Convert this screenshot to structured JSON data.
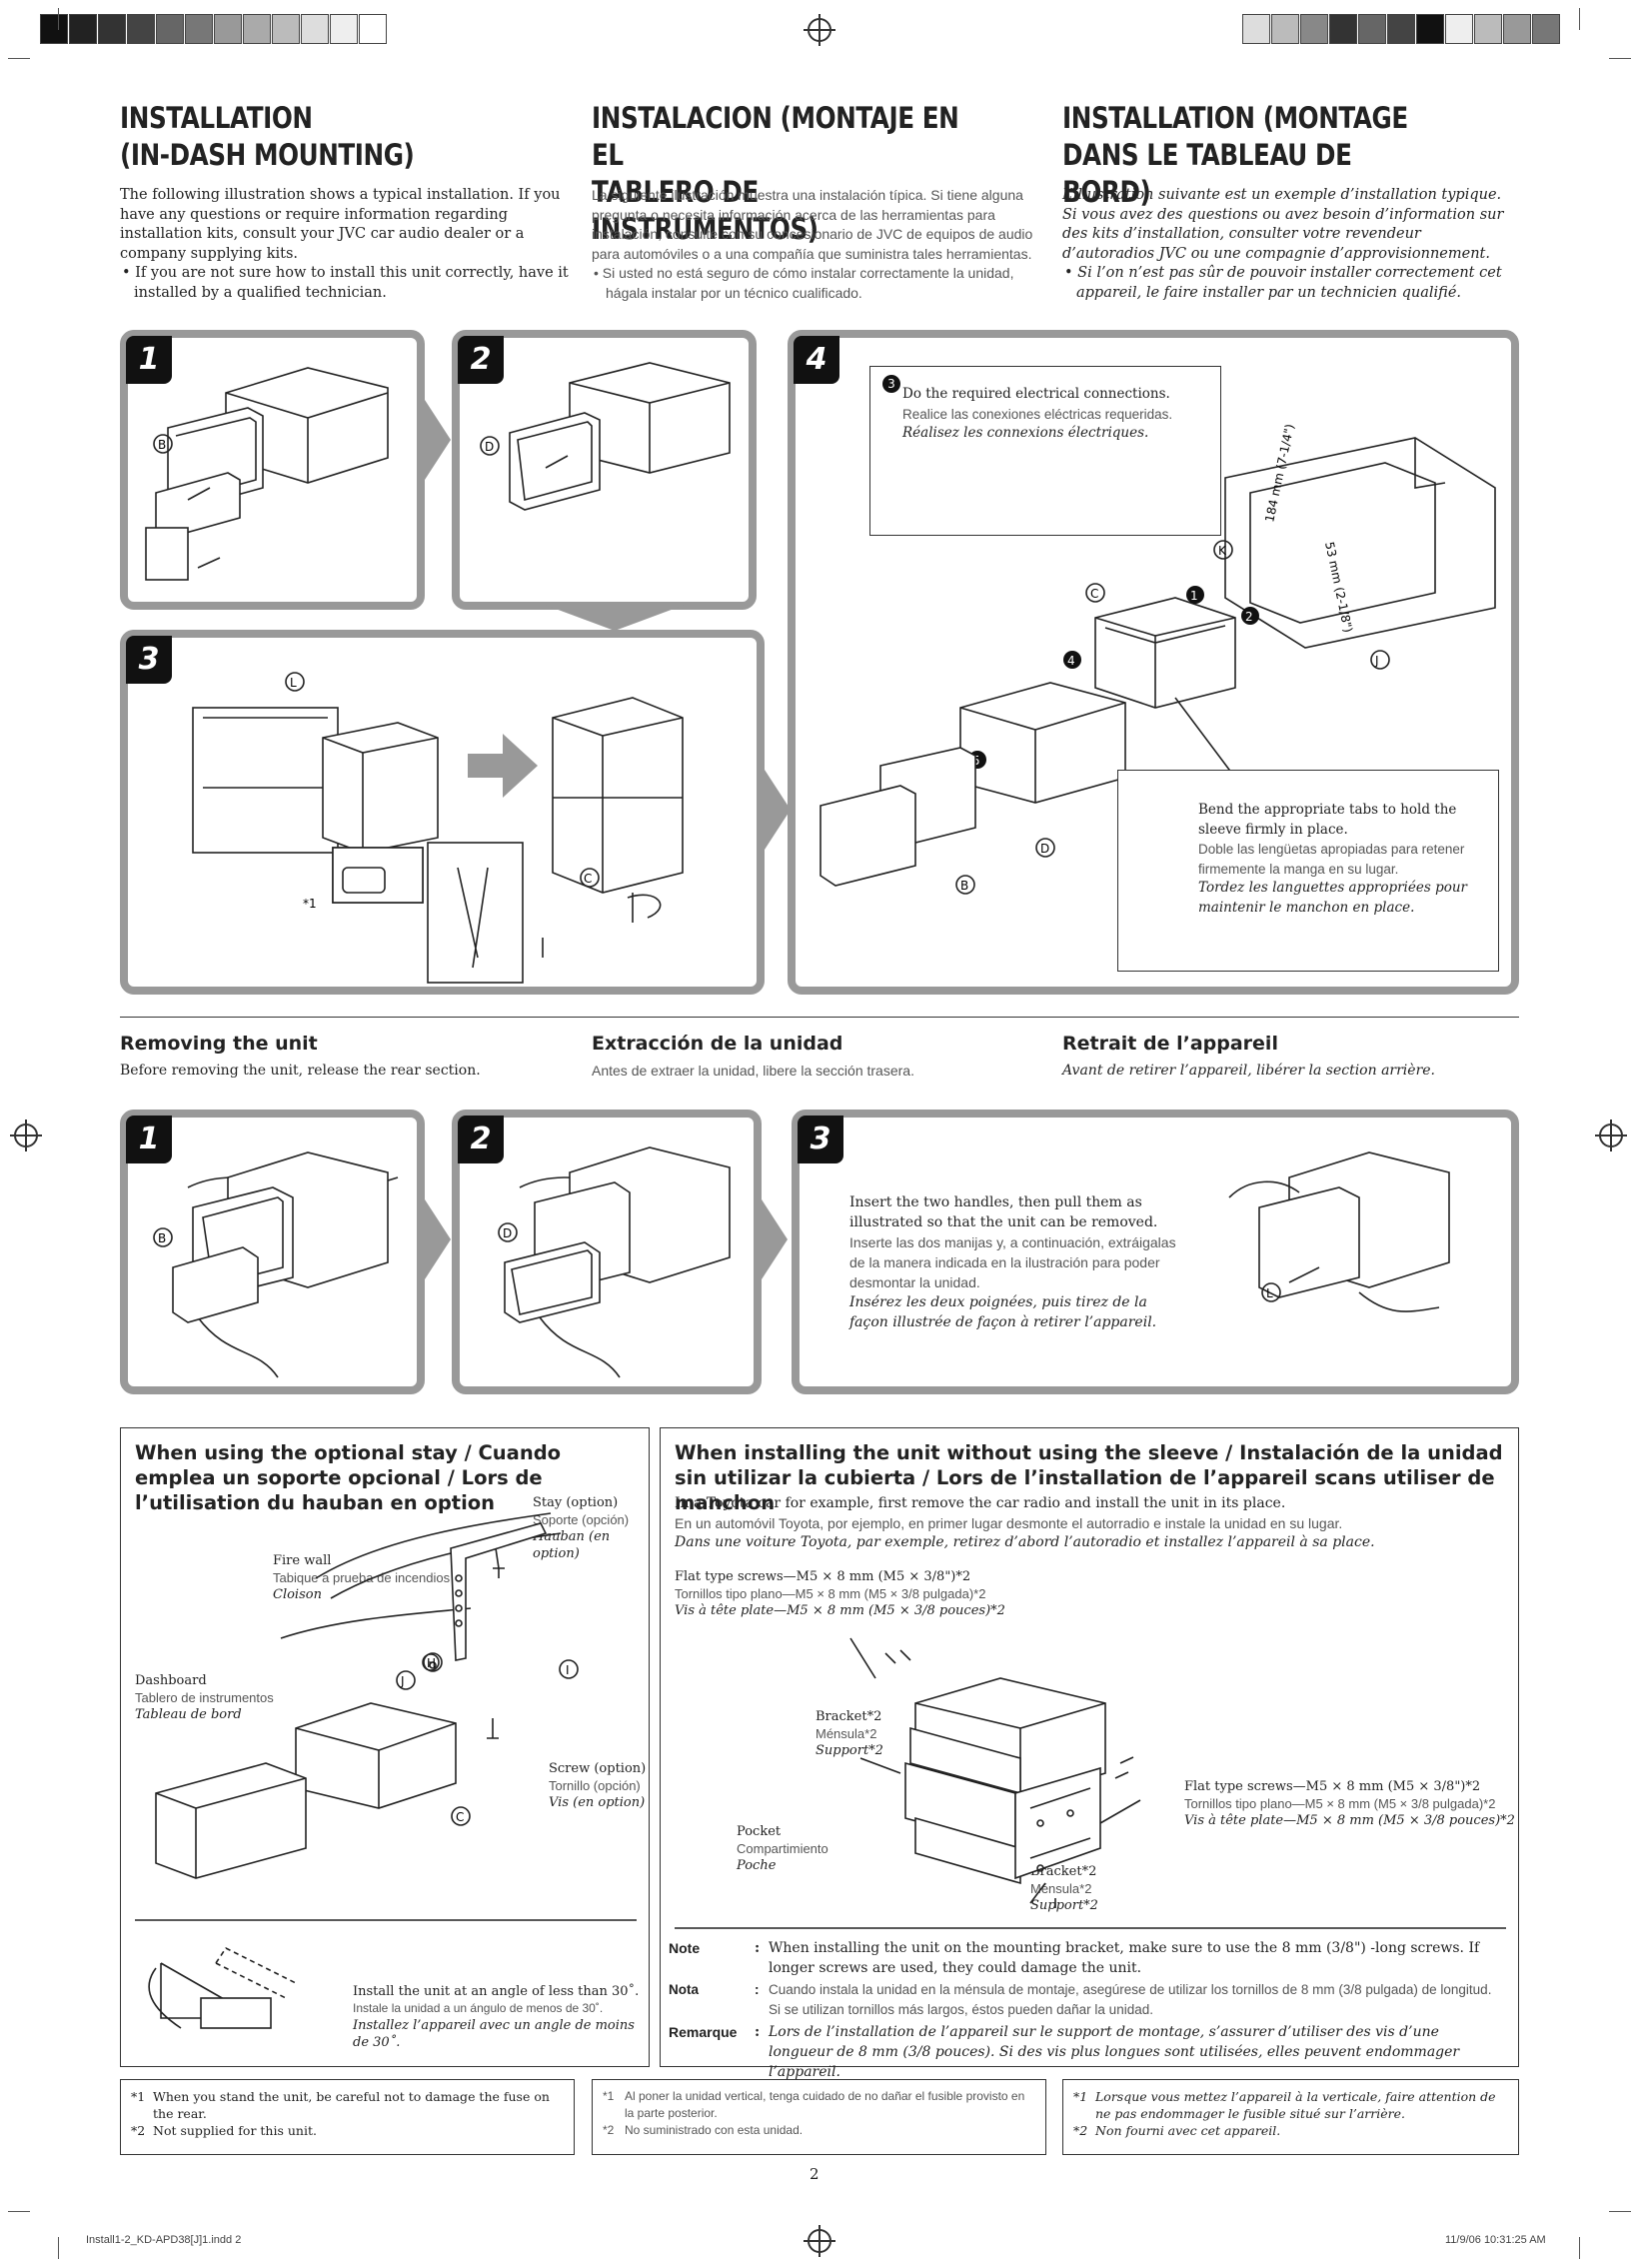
{
  "intro": {
    "en": {
      "title_line1": "INSTALLATION",
      "title_line2": "(IN-DASH MOUNTING)",
      "body": "The following illustration shows a typical installation. If you have any questions or require information regarding installation kits, consult your JVC car audio dealer or a company supplying kits.",
      "bullet": "If you are not sure how to install this unit correctly, have it installed by a qualified technician."
    },
    "es": {
      "title_line1": "INSTALACION (MONTAJE EN EL",
      "title_line2": "TABLERO DE INSTRUMENTOS)",
      "body": "La siguiente ilustración muestra una instalación típica. Si tiene alguna pregunta o necesita información acerca de las herramientas para instalación, consulte con su concesionario de JVC de equipos de audio para automóviles o a una compañía que suministra tales herramientas.",
      "bullet": "Si usted no está seguro de cómo instalar correctamente la unidad, hágala instalar por un técnico cualificado."
    },
    "fr": {
      "title_line1": "INSTALLATION (MONTAGE",
      "title_line2": "DANS LE TABLEAU DE BORD)",
      "body": "L’illustration suivante est un exemple d’installation typique. Si vous avez des questions ou avez besoin d’information sur des kits d’installation, consulter votre revendeur d’autoradios JVC ou une compagnie d’approvisionnement.",
      "bullet": "Si l’on n’est pas sûr de pouvoir installer correctement cet appareil, le faire installer par un technicien qualifié."
    }
  },
  "install_steps": {
    "step1": "1",
    "step2": "2",
    "step3": "3",
    "step4": "4",
    "label_b": "B",
    "label_d": "D",
    "label_l": "L",
    "label_c": "C",
    "label_k": "K",
    "label_j": "J",
    "footnote_mark": "*1",
    "dim1": "184 mm (7-1/4\")",
    "dim2": "53 mm (2-1/8\")",
    "n1": "1",
    "n2": "2",
    "n3": "3",
    "n4": "4",
    "n5": "5",
    "n6": "6",
    "electrical": {
      "en": "Do the required electrical connections.",
      "es": "Realice las conexiones eléctricas requeridas.",
      "fr": "Réalisez les connexions électriques."
    },
    "tabs": {
      "en": "Bend the appropriate tabs to hold the sleeve firmly in place.",
      "es": "Doble las lengüetas apropiadas para retener firmemente la manga en su lugar.",
      "fr": "Tordez les languettes appropriées pour maintenir le manchon en place."
    }
  },
  "removing": {
    "en": {
      "title": "Removing the unit",
      "sub": "Before removing the unit, release the rear section."
    },
    "es": {
      "title": "Extracción de la unidad",
      "sub": "Antes de extraer la unidad, libere la sección trasera."
    },
    "fr": {
      "title": "Retrait de l’appareil",
      "sub": "Avant de retirer l’appareil, libérer la section arrière."
    },
    "step1": "1",
    "step2": "2",
    "step3": "3",
    "handles": {
      "en": "Insert the two handles, then pull them as illustrated so that the unit can be removed.",
      "es": "Inserte las dos manijas y, a continuación, extráigalas de la manera indicada en la ilustración para poder desmontar la unidad.",
      "fr": "Insérez les deux poignées, puis tirez de la façon illustrée de façon à retirer l’appareil."
    }
  },
  "stay": {
    "title": "When using the optional stay / Cuando emplea un soporte opcional / Lors de l’utilisation du hauban en option",
    "stay_en": "Stay (option)",
    "stay_es": "Soporte (opción)",
    "stay_fr": "Hauban (en option)",
    "fire_en": "Fire wall",
    "fire_es": "Tabique a prueba de incendios",
    "fire_fr": "Cloison",
    "dash_en": "Dashboard",
    "dash_es": "Tablero de instrumentos",
    "dash_fr": "Tableau de bord",
    "screw_en": "Screw (option)",
    "screw_es": "Tornillo (opción)",
    "screw_fr": "Vis (en option)",
    "label_h": "H",
    "label_i": "I",
    "label_j": "J",
    "label_c": "C",
    "angle_en": "Install the unit at an angle of less than 30˚.",
    "angle_es": "Instale la unidad a un ángulo de menos de 30˚.",
    "angle_fr": "Installez l’appareil avec un angle de moins de 30˚."
  },
  "nosleeve": {
    "title": "When installing the unit without using the sleeve / Instalación de la unidad sin utilizar la cubierta / Lors de l’installation de l’appareil scans utiliser de manchon",
    "p_en": "In a Toyota car for example, first remove the car radio and install the unit in its place.",
    "p_es": "En un automóvil Toyota, por ejemplo, en primer lugar desmonte el autorradio e instale la unidad en su lugar.",
    "p_fr": "Dans une voiture Toyota, par exemple, retirez d’abord l’autoradio et installez l’appareil à sa place.",
    "screws_en": "Flat type screws—M5 × 8 mm (M5 × 3/8\")*2",
    "screws_es": "Tornillos tipo plano—M5 × 8 mm (M5 × 3/8 pulgada)*2",
    "screws_fr": "Vis à tête plate—M5 × 8 mm (M5 × 3/8 pouces)*2",
    "bracket_en": "Bracket*2",
    "bracket_es": "Ménsula*2",
    "bracket_fr": "Support*2",
    "pocket_en": "Pocket",
    "pocket_es": "Compartimiento",
    "pocket_fr": "Poche",
    "notes": [
      {
        "key": "Note",
        "text": "When installing the unit on the mounting bracket, make sure to use the 8 mm (3/8\") -long screws. If longer screws are used, they could damage the unit."
      },
      {
        "key": "Nota",
        "text": "Cuando instala la unidad en la ménsula de montaje, asegúrese de utilizar los tornillos de 8 mm (3/8 pulgada) de longitud. Si se utilizan tornillos más largos, éstos pueden dañar la unidad."
      },
      {
        "key": "Remarque",
        "text": "Lors de l’installation de l’appareil sur le support de montage, s’assurer d’utiliser des vis d’une longueur de 8 mm (3/8 pouces). Si des vis plus longues sont utilisées, elles peuvent endommager l’appareil."
      }
    ],
    "colon": ":"
  },
  "footnotes": {
    "en": [
      {
        "mark": "*1",
        "text": "When you stand the unit, be careful not to damage the fuse on the rear."
      },
      {
        "mark": "*2",
        "text": "Not supplied for this unit."
      }
    ],
    "es": [
      {
        "mark": "*1",
        "text": "Al poner la unidad vertical, tenga cuidado de no dañar el fusible provisto en la parte posterior."
      },
      {
        "mark": "*2",
        "text": "No suministrado con esta unidad."
      }
    ],
    "fr": [
      {
        "mark": "*1",
        "text": "Lorsque vous mettez l’appareil à la verticale, faire attention de ne pas endommager le fusible situé sur l’arrière."
      },
      {
        "mark": "*2",
        "text": "Non fourni avec cet appareil."
      }
    ]
  },
  "page_number": "2",
  "slug": {
    "file": "Install1-2_KD-APD38[J]1.indd   2",
    "date": "11/9/06   10:31:25 AM"
  },
  "colors": {
    "swatches_left": [
      "#111111",
      "#222222",
      "#333333",
      "#444444",
      "#666666",
      "#777777",
      "#999999",
      "#aaaaaa",
      "#bbbbbb",
      "#dddddd",
      "#eeeeee",
      "#ffffff"
    ],
    "swatches_right": [
      "#dddddd",
      "#bbbbbb",
      "#888888",
      "#333333",
      "#666666",
      "#444444",
      "#111111",
      "#eeeeee",
      "#bbbbbb",
      "#999999",
      "#777777"
    ],
    "panel_border": "#999999"
  }
}
